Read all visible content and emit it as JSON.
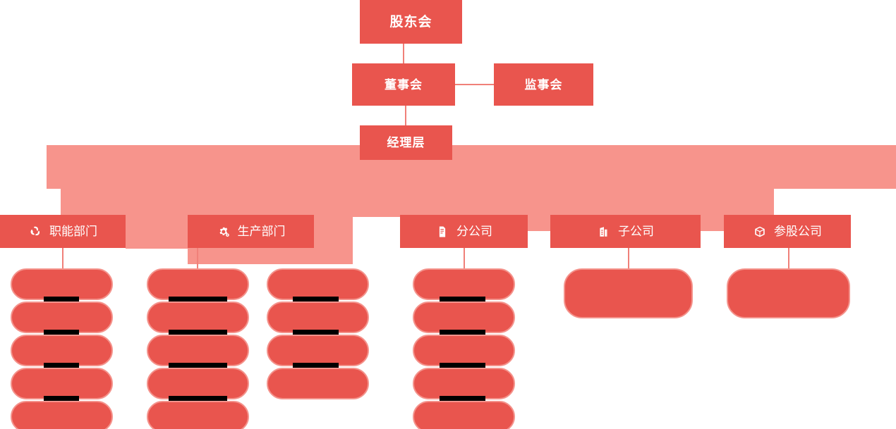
{
  "chart_title": "",
  "palette": {
    "node_fill": "#E9554E",
    "band_fill": "#F7948C",
    "connector": "#F08079",
    "pill_border": "#F4938C",
    "redaction": "#000000",
    "page_background": "#FFFFFF",
    "text": "#FFFFFF"
  },
  "nodes": {
    "shareholders": {
      "label": "股东会"
    },
    "board": {
      "label": "董事会"
    },
    "supervisors": {
      "label": "监事会"
    },
    "management": {
      "label": "经理层"
    }
  },
  "departments": [
    {
      "label": "职能部门",
      "icon": "recycle-icon",
      "leaf_count": 5
    },
    {
      "label": "生产部门",
      "icon": "gears-icon",
      "leaf_count": 5
    },
    {
      "label": "",
      "icon": "",
      "leaf_count": 4
    },
    {
      "label": "分公司",
      "icon": "document-icon",
      "leaf_count": 5
    },
    {
      "label": "子公司",
      "icon": "building-icon",
      "leaf_count": 1
    },
    {
      "label": "参股公司",
      "icon": "cube-icon",
      "leaf_count": 1
    }
  ],
  "leaf_nodes": {
    "label": "",
    "redacted": true,
    "redaction_note": ""
  }
}
